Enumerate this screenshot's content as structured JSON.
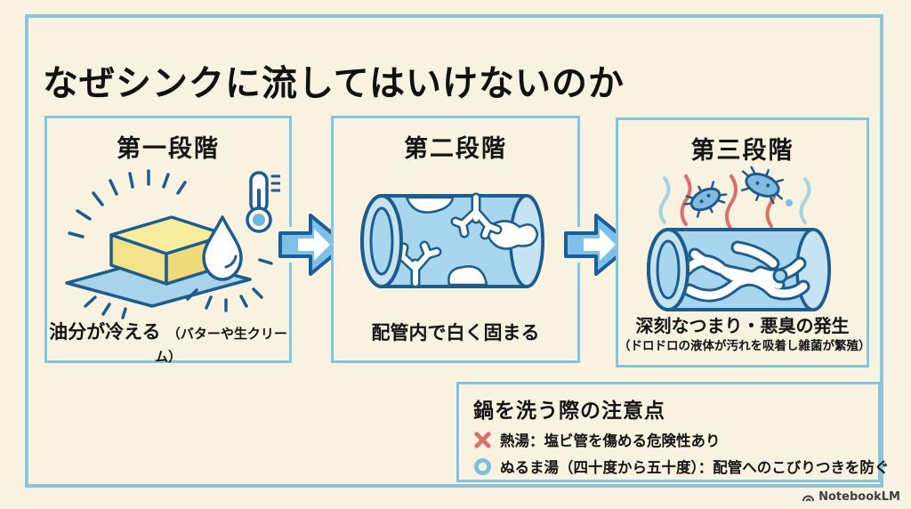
{
  "title": "なぜシンクに流してはいけないのか",
  "stages": [
    {
      "label": "第一段階",
      "caption": "油分が冷える",
      "caption_note": "（バターや生クリーム）",
      "icons": [
        "butter-dish-icon",
        "water-droplet-icon",
        "thermometer-icon",
        "shine-rays-icon"
      ]
    },
    {
      "label": "第二段階",
      "caption": "配管内で白く固まる",
      "icons": [
        "pipe-icon",
        "white-fat-deposit-icon"
      ]
    },
    {
      "label": "第三段階",
      "caption": "深刻なつまり・悪臭の発生",
      "caption_note": "（ドロドロの液体が汚れを吸着し雑菌が繁殖）",
      "icons": [
        "clogged-pipe-icon",
        "stink-wave-icon",
        "bacteria-icon"
      ]
    }
  ],
  "note_box": {
    "title": "鍋を洗う際の注意点",
    "items": [
      {
        "mark": "cross-icon",
        "text": "熱湯：塩ビ管を傷める危険性あり"
      },
      {
        "mark": "circle-icon",
        "text": "ぬるま湯（四十度から五十度）：配管へのこびりつきを防ぐ"
      }
    ]
  },
  "footer": {
    "brand": "NotebookLM"
  },
  "colors": {
    "background": "#F9F2E1",
    "frame_border": "#8EC4D8",
    "box_border": "#84C5DE",
    "outline_navy": "#1D5C8C",
    "arrow_fill": "#7FC0E8",
    "arrow_stroke": "#1A5E9C",
    "pipe_fill": "#A8D6EE",
    "pipe_cap_fill": "#C6E3F4",
    "butter_yellow": "#F3E289",
    "dish_blue": "#A9D2EC",
    "stink_red": "#D9706B",
    "stink_blue": "#A6D3E2",
    "cross_red": "#D9706B",
    "circle_blue": "#7FBFDB",
    "text_black": "#141414",
    "brand_gray": "#3C4043"
  }
}
